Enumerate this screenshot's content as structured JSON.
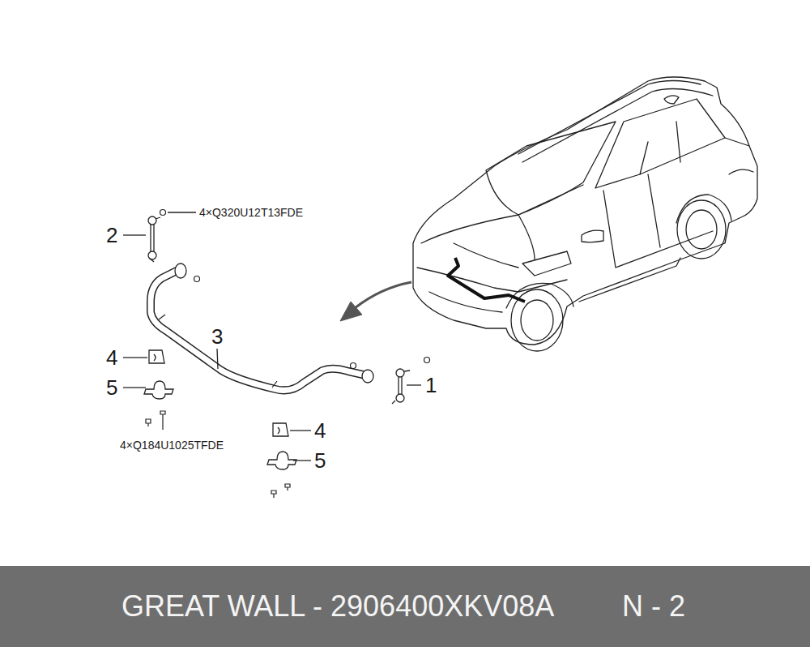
{
  "diagram": {
    "nodes": [
      {
        "text": [
          "GREAT WALL - 2906400XKV08A",
          "N - 2"
        ]
      }
    ],
    "labels": [
      "2",
      "4×Q320U12T13FDE",
      "3",
      "4",
      "5",
      "4×Q184U1025TFDE",
      "1",
      "4",
      "5"
    ]
  }
}
